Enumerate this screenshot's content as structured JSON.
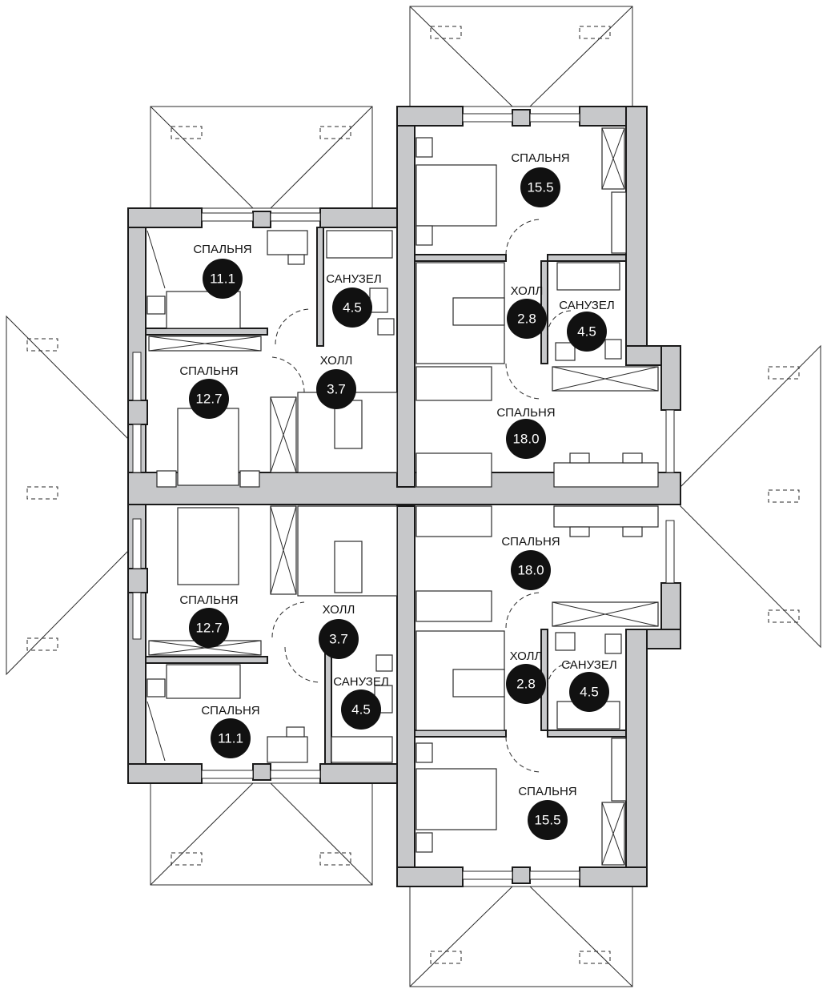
{
  "colors": {
    "wall_fill": "#c7c8ca",
    "line": "#1a1a1a",
    "badge": "#111111",
    "badge_text": "#ffffff"
  },
  "rooms": [
    {
      "label": "СПАЛЬНЯ",
      "area": "11.1"
    },
    {
      "label": "САНУЗЕЛ",
      "area": "4.5"
    },
    {
      "label": "СПАЛЬНЯ",
      "area": "12.7"
    },
    {
      "label": "ХОЛЛ",
      "area": "3.7"
    },
    {
      "label": "СПАЛЬНЯ",
      "area": "15.5"
    },
    {
      "label": "ХОЛЛ",
      "area": "2.8"
    },
    {
      "label": "САНУЗЕЛ",
      "area": "4.5"
    },
    {
      "label": "СПАЛЬНЯ",
      "area": "18.0"
    },
    {
      "label": "СПАЛЬНЯ",
      "area": "12.7"
    },
    {
      "label": "ХОЛЛ",
      "area": "3.7"
    },
    {
      "label": "СПАЛЬНЯ",
      "area": "11.1"
    },
    {
      "label": "САНУЗЕЛ",
      "area": "4.5"
    },
    {
      "label": "СПАЛЬНЯ",
      "area": "18.0"
    },
    {
      "label": "ХОЛЛ",
      "area": "2.8"
    },
    {
      "label": "САНУЗЕЛ",
      "area": "4.5"
    },
    {
      "label": "СПАЛЬНЯ",
      "area": "15.5"
    }
  ]
}
